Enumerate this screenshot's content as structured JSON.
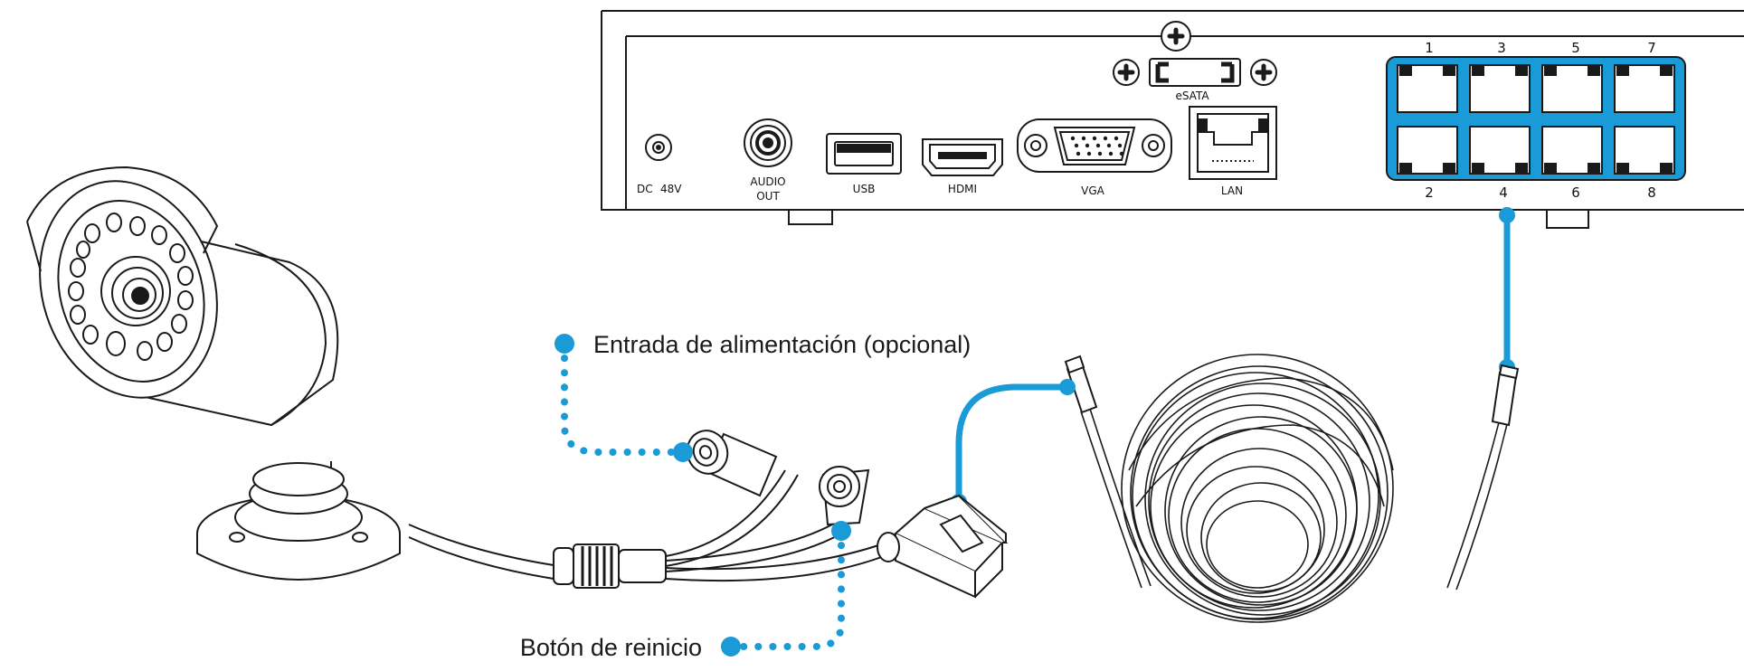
{
  "nvr": {
    "ports": {
      "dc": "DC",
      "dc_voltage": "48V",
      "audio_line1": "AUDIO",
      "audio_line2": "OUT",
      "usb": "USB",
      "hdmi": "HDMI",
      "vga": "VGA",
      "lan": "LAN",
      "esata": "eSATA"
    },
    "poe_numbers_top": [
      "1",
      "3",
      "5",
      "7"
    ],
    "poe_numbers_bottom": [
      "2",
      "4",
      "6",
      "8"
    ],
    "highlighted_port": "4"
  },
  "callouts": {
    "power_input": "Entrada de alimentación (opcional)",
    "reset_button": "Botón de reinicio"
  },
  "colors": {
    "accent": "#1a9ad6",
    "line": "#1a1a1a",
    "poe_panel": "#1a9ad6"
  }
}
